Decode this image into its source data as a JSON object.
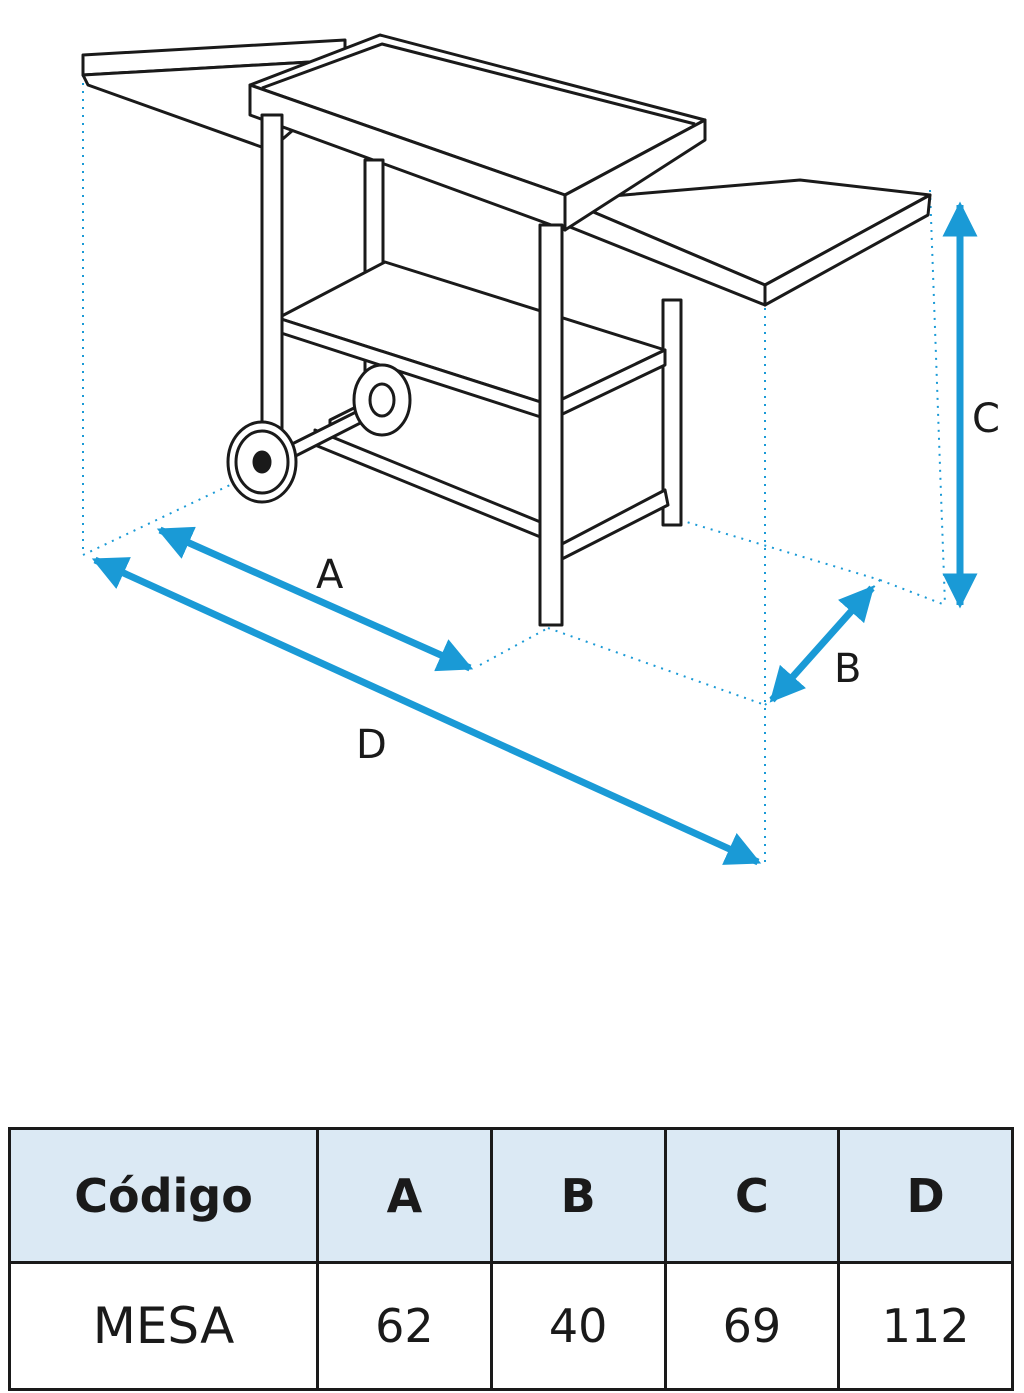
{
  "diagram": {
    "labels": {
      "a": "A",
      "b": "B",
      "c": "C",
      "d": "D"
    },
    "colors": {
      "arrow": "#1a9ad6",
      "line": "#1a1a1a",
      "guide": "#1a9ad6"
    }
  },
  "table": {
    "headers": [
      "Código",
      "A",
      "B",
      "C",
      "D"
    ],
    "rows": [
      [
        "MESA",
        "62",
        "40",
        "69",
        "112"
      ]
    ]
  }
}
